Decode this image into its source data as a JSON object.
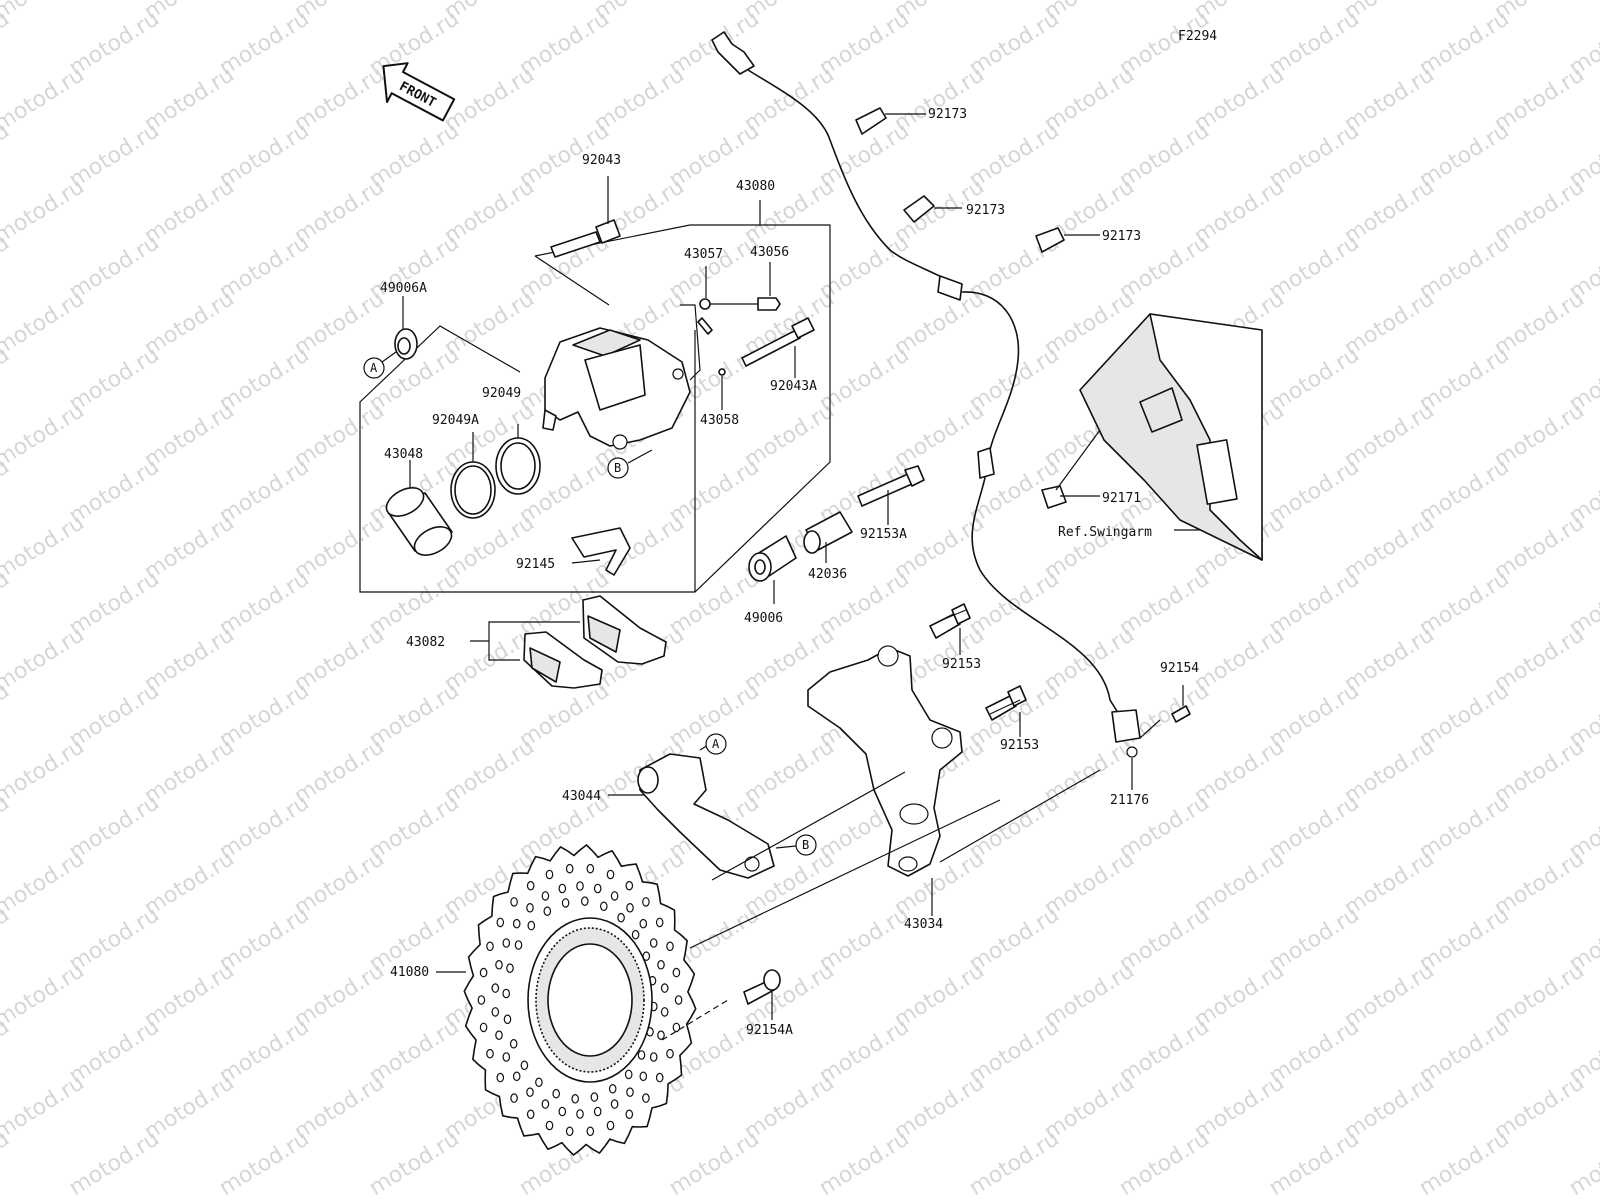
{
  "diagram_code": "F2294",
  "watermark": "motod.ru",
  "front_arrow_label": "FRONT",
  "ref_label": "Ref.Swingarm",
  "callouts": {
    "c92043": "92043",
    "c43080": "43080",
    "c43057": "43057",
    "c43056": "43056",
    "c49006A": "49006A",
    "c92043A": "92043A",
    "c92049": "92049",
    "c92049A": "92049A",
    "c43058": "43058",
    "c43048": "43048",
    "c92145": "92145",
    "c92153A": "92153A",
    "c42036": "42036",
    "c49006": "49006",
    "c43082": "43082",
    "c92153a": "92153",
    "c92153b": "92153",
    "c92154": "92154",
    "c21176": "21176",
    "c43044": "43044",
    "c43034": "43034",
    "c41080": "41080",
    "c92154A": "92154A",
    "c92173a": "92173",
    "c92173b": "92173",
    "c92173c": "92173",
    "c92171": "92171"
  },
  "ref_tags": {
    "a1": "A",
    "a2": "A",
    "b1": "B",
    "b2": "B"
  }
}
